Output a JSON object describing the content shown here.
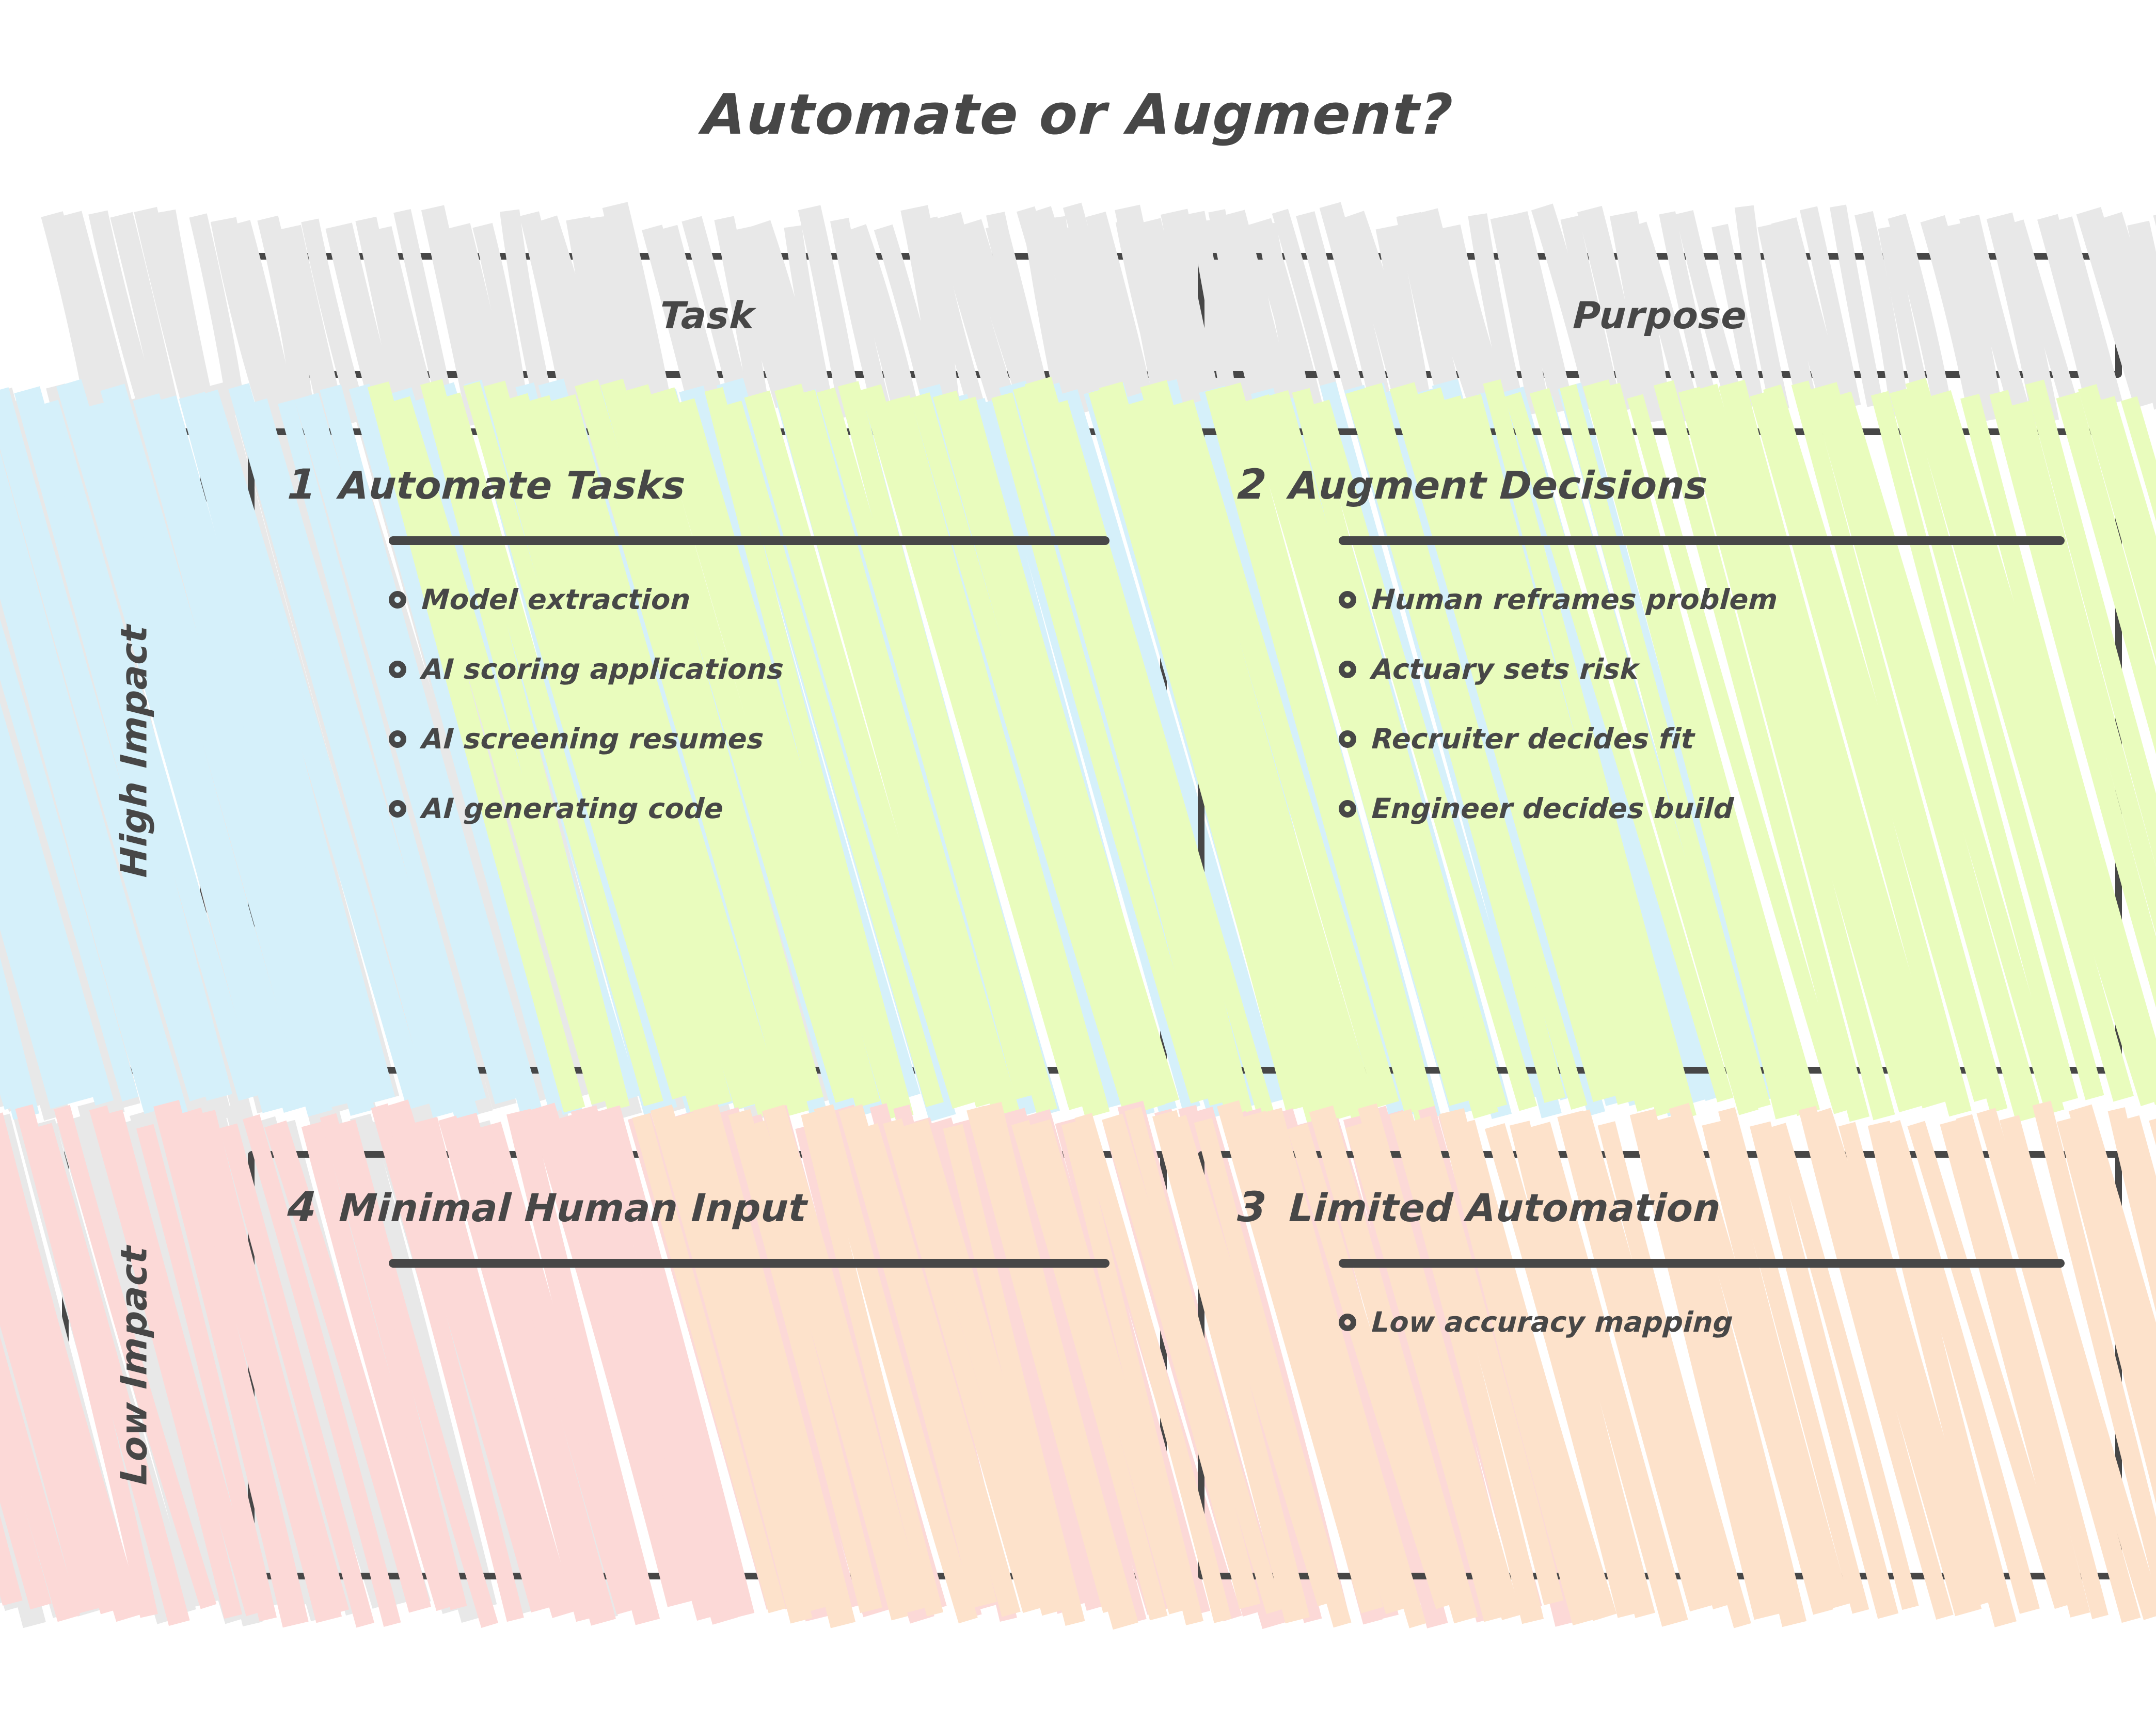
{
  "title": "Automate or Augment?",
  "colors": {
    "stroke": "#474747",
    "header_fill": "#e8e8e8",
    "quadrant_1_fill": "#d5f0fa",
    "quadrant_2_fill": "#e9fcbd",
    "quadrant_3_fill": "#fde2cb",
    "quadrant_4_fill": "#fcd9d7",
    "background": "#ffffff"
  },
  "column_headers": [
    {
      "label": "Task"
    },
    {
      "label": "Purpose"
    }
  ],
  "row_labels": [
    {
      "label": "High Impact"
    },
    {
      "label": "Low Impact"
    }
  ],
  "quadrants": [
    {
      "number": "1",
      "title": "Automate Tasks",
      "column": "Task",
      "row": "High Impact",
      "fill": "#d5f0fa",
      "items": [
        "Model extraction",
        "AI scoring applications",
        "AI screening resumes",
        "AI generating code"
      ]
    },
    {
      "number": "2",
      "title": "Augment Decisions",
      "column": "Purpose",
      "row": "High Impact",
      "fill": "#e9fcbd",
      "items": [
        "Human reframes problem",
        "Actuary sets risk",
        "Recruiter decides fit",
        "Engineer decides build"
      ]
    },
    {
      "number": "3",
      "title": "Limited Automation",
      "column": "Purpose",
      "row": "Low Impact",
      "fill": "#fde2cb",
      "items": [
        "Low accuracy mapping"
      ]
    },
    {
      "number": "4",
      "title": "Minimal Human Input",
      "column": "Task",
      "row": "Low Impact",
      "fill": "#fcd9d7",
      "items": []
    }
  ]
}
